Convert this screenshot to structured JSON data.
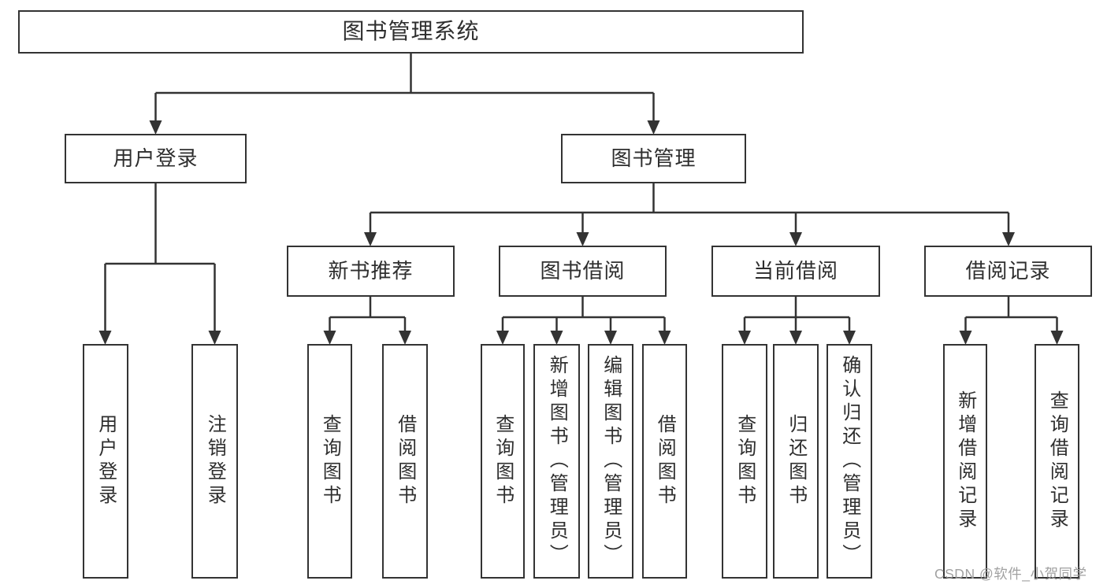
{
  "colors": {
    "line": "#333333",
    "box_border": "#333333",
    "text": "#2e2e2e",
    "background": "#ffffff",
    "watermark": "#9c9c9c"
  },
  "tree": {
    "label": "图书管理系统",
    "children": [
      {
        "label": "用户登录",
        "children": [
          {
            "label": "用户登录"
          },
          {
            "label": "注销登录"
          }
        ]
      },
      {
        "label": "图书管理",
        "children": [
          {
            "label": "新书推荐",
            "children": [
              {
                "label": "查询图书"
              },
              {
                "label": "借阅图书"
              }
            ]
          },
          {
            "label": "图书借阅",
            "children": [
              {
                "label": "查询图书"
              },
              {
                "label": "新增图书（管理员）"
              },
              {
                "label": "编辑图书（管理员）"
              },
              {
                "label": "借阅图书"
              }
            ]
          },
          {
            "label": "当前借阅",
            "children": [
              {
                "label": "查询图书"
              },
              {
                "label": "归还图书"
              },
              {
                "label": "确认归还（管理员）"
              }
            ]
          },
          {
            "label": "借阅记录",
            "children": [
              {
                "label": "新增借阅记录"
              },
              {
                "label": "查询借阅记录"
              }
            ]
          }
        ]
      }
    ]
  },
  "watermark": {
    "text": "CSDN @软件_小贺同学"
  }
}
